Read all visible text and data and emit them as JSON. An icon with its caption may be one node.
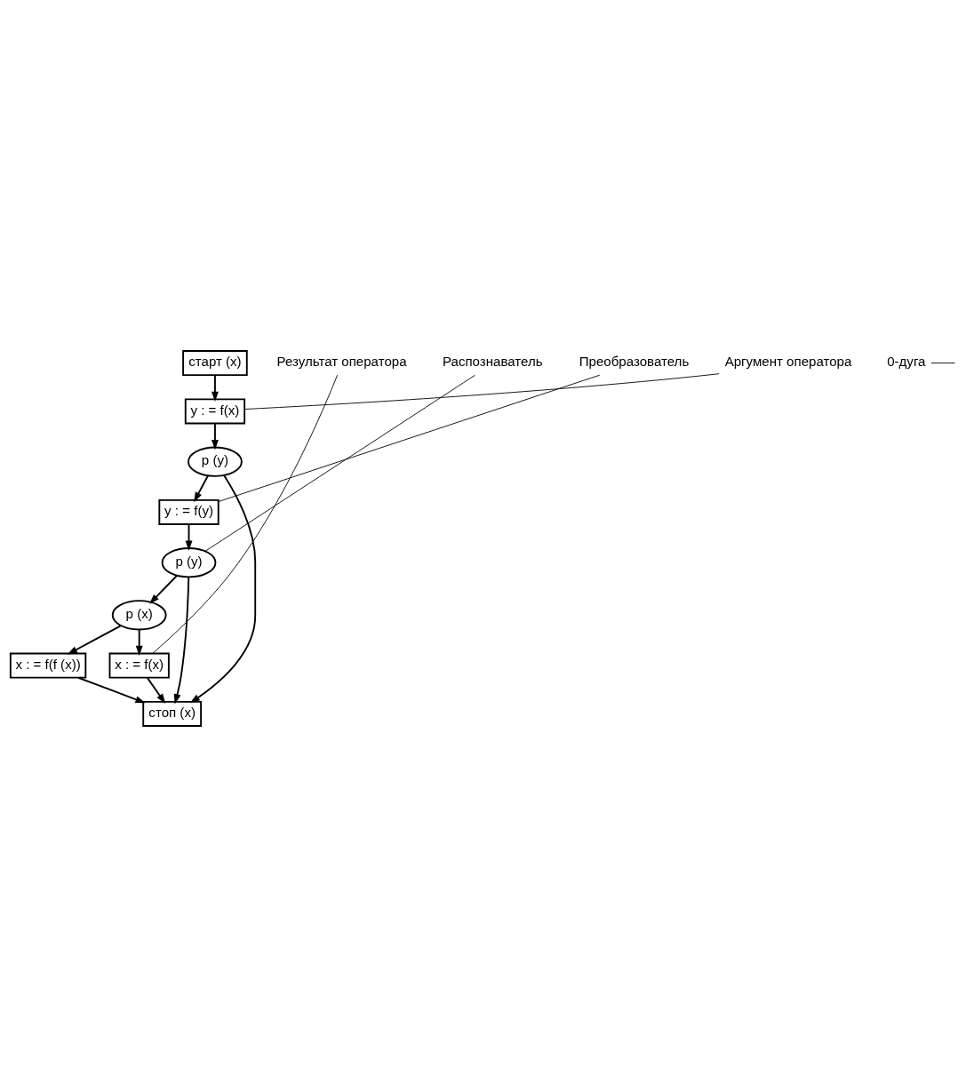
{
  "diagram": {
    "nodes": [
      {
        "text": [
          "старт (x)"
        ]
      },
      {
        "text": [
          "y : = f(x)"
        ]
      },
      {
        "text": [
          "p (y)"
        ]
      },
      {
        "text": [
          "y : = f(y)"
        ]
      },
      {
        "text": [
          "p (y)"
        ]
      },
      {
        "text": [
          "p (x)"
        ]
      },
      {
        "text": [
          "x : = f(f (x))"
        ]
      },
      {
        "text": [
          "x : = f(x)"
        ]
      },
      {
        "text": [
          "стоп (x)"
        ]
      },
      {
        "text": [
          "Аргумент оператора"
        ]
      },
      {
        "text": [
          "Преобразователь"
        ]
      },
      {
        "text": [
          "Распознаватель"
        ]
      },
      {
        "text": [
          "0-дуга"
        ]
      },
      {
        "text": [
          "Результат оператора"
        ]
      }
    ],
    "edges": [
      {
        "from": 0,
        "to": 1,
        "arrow": "to"
      },
      {
        "from": 1,
        "to": 2,
        "arrow": "to"
      },
      {
        "from": 2,
        "to": 8,
        "arrow": "to"
      },
      {
        "from": 2,
        "to": 3,
        "arrow": "to"
      },
      {
        "from": 3,
        "to": 4,
        "arrow": "to"
      },
      {
        "from": 4,
        "to": 5,
        "arrow": "to"
      },
      {
        "from": 4,
        "to": 8,
        "arrow": "to"
      },
      {
        "from": 5,
        "to": 6,
        "arrow": "to"
      },
      {
        "from": 5,
        "to": 7,
        "arrow": "to"
      },
      {
        "from": 6,
        "to": 8,
        "arrow": "to"
      },
      {
        "from": 7,
        "to": 8,
        "arrow": "to"
      },
      {
        "from": 9,
        "to": 1,
        "arrow": "none"
      },
      {
        "from": 10,
        "to": 3,
        "arrow": "none"
      },
      {
        "from": 11,
        "to": 4,
        "arrow": "none"
      },
      {
        "from": 12,
        "to": null,
        "arrow": "none"
      },
      {
        "from": 13,
        "to": 7,
        "arrow": "none"
      }
    ]
  }
}
